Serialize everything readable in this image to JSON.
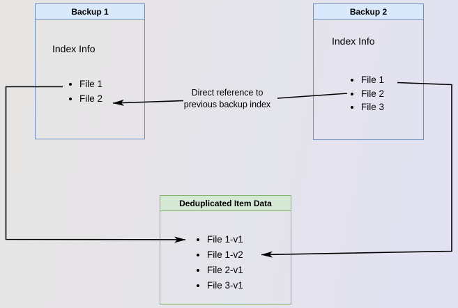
{
  "diagram": {
    "backup1": {
      "title": "Backup 1",
      "section_label": "Index Info",
      "files": [
        "File 1",
        "File 2"
      ]
    },
    "backup2": {
      "title": "Backup 2",
      "section_label": "Index Info",
      "files": [
        "File 1",
        "File 2",
        "File 3"
      ]
    },
    "dedup": {
      "title": "Deduplicated Item Data",
      "items": [
        "File 1-v1",
        "File 1-v2",
        "File 2-v1",
        "File 3-v1"
      ]
    },
    "annotation": {
      "line1": "Direct reference to",
      "line2": "previous backup index"
    },
    "colors": {
      "blue_border": "#6c8ebf",
      "blue_fill": "#dae8fc",
      "green_border": "#82b366",
      "green_fill": "#d5e8d4",
      "connector": "#000000",
      "background_left": "#e7e5e3",
      "background_right": "#e2e2f3"
    }
  }
}
